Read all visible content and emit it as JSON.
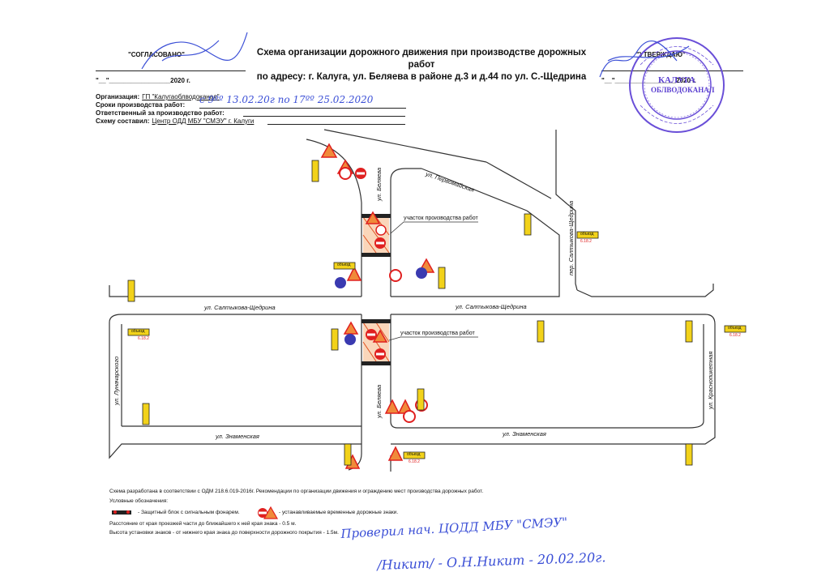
{
  "approval": {
    "left_label": "\"СОГЛАСОВАНО\"",
    "right_label": "\"УТВЕРЖДАЮ\"",
    "date_left": "\"__\"_________________2020 г.",
    "date_right": "\"__\"_________________2020 г."
  },
  "title": {
    "line1": "Схема организации дорожного движения при производстве дорожных работ",
    "line2": "по адресу: г. Калуга, ул. Беляева в районе д.3 и д.44 по ул. С.-Щедрина"
  },
  "info": {
    "org_label": "Организация:",
    "org_value": "ГП \"Калугаоблводоканал\"",
    "period_label": "Сроки производства работ:",
    "period_value": "с 9ºº 13.02.20г по 17ºº 25.02.2020",
    "resp_label": "Ответственный за производство работ:",
    "author_label": "Схему составил:",
    "author_value": "Центр ОДД МБУ \"СМЭУ\" г. Калуги"
  },
  "streets": {
    "pervomayskaya": "ул. Первомайская",
    "belyaeva": "ул. Беляева",
    "saltykova_lane": "пер. Салтыкова-Щедрина",
    "saltykova_left": "ул. Салтыкова-Щедрина",
    "saltykova_right": "ул. Салтыкова-Щедрина",
    "lunacharskogo": "ул. Луначарского",
    "krasnopiketa": "ул. Краснопикетная",
    "znamenskaya_left": "ул. Знаменская",
    "znamenskaya_right": "ул. Знаменская"
  },
  "work_zones": {
    "top_label": "участок производства работ",
    "bottom_label": "участок производства работ"
  },
  "detour": {
    "text": "объезд",
    "sign_code": "6.18.2"
  },
  "legend": {
    "basis": "Схема разработана в соответствии с ОДМ 218.6.019-2016г. Рекомендации по организации движения и ограждению мест производства дорожных работ.",
    "heading": "Условные обозначения:",
    "block": "- Защитный блок с сигнальным фонарем.",
    "signs": "- устанавливаемые временные дорожные знаки.",
    "distance": "Расстояние от края проезжей части до ближайшего к ней края знака - 0.5 м.",
    "height": "Высота установки знаков -  от нижнего края знака до поверхности дорожного покрытия - 1.5м."
  },
  "stamp": {
    "center": "КАЛУГА",
    "sub": "ОБЛВОДОКАНАЛ"
  },
  "handwriting": {
    "line1": "Проверил нач. ЦОДД МБУ \"СМЭУ\"",
    "line2": "/Никит/ - О.Н.Никит - 20.02.20г."
  },
  "colors": {
    "sign_yellow": "#f2d21a",
    "sign_red": "#e02020",
    "sign_orange": "#f08a3a",
    "sign_blue": "#3a3ab0",
    "ink_blue": "#3b4fd6",
    "stamp_violet": "#6a4fd8"
  }
}
